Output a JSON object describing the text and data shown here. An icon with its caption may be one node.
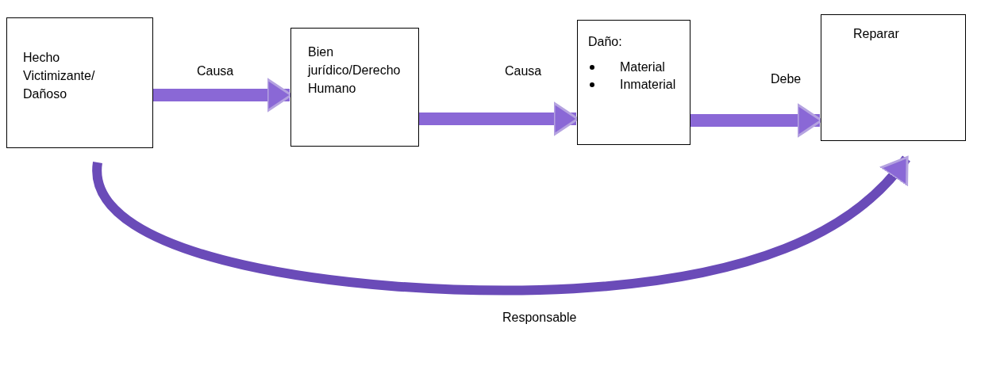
{
  "diagram": {
    "nodes": [
      {
        "text": [
          "Hecho Victimizante/ Dañoso"
        ]
      },
      {
        "text": [
          "Bien jurídico/Derecho Humano"
        ]
      },
      {
        "text": [
          "Daño:",
          "Material",
          "Inmaterial"
        ]
      },
      {
        "text": [
          "Reparar"
        ]
      }
    ],
    "edges": [
      {
        "from": 0,
        "to": 1,
        "arrow": "to",
        "label": "Causa"
      },
      {
        "from": 1,
        "to": 2,
        "arrow": "to",
        "label": "Causa"
      },
      {
        "from": 2,
        "to": 3,
        "arrow": "to",
        "label": "Debe"
      },
      {
        "from": 0,
        "to": 3,
        "arrow": "to",
        "label": "Responsable"
      }
    ]
  }
}
